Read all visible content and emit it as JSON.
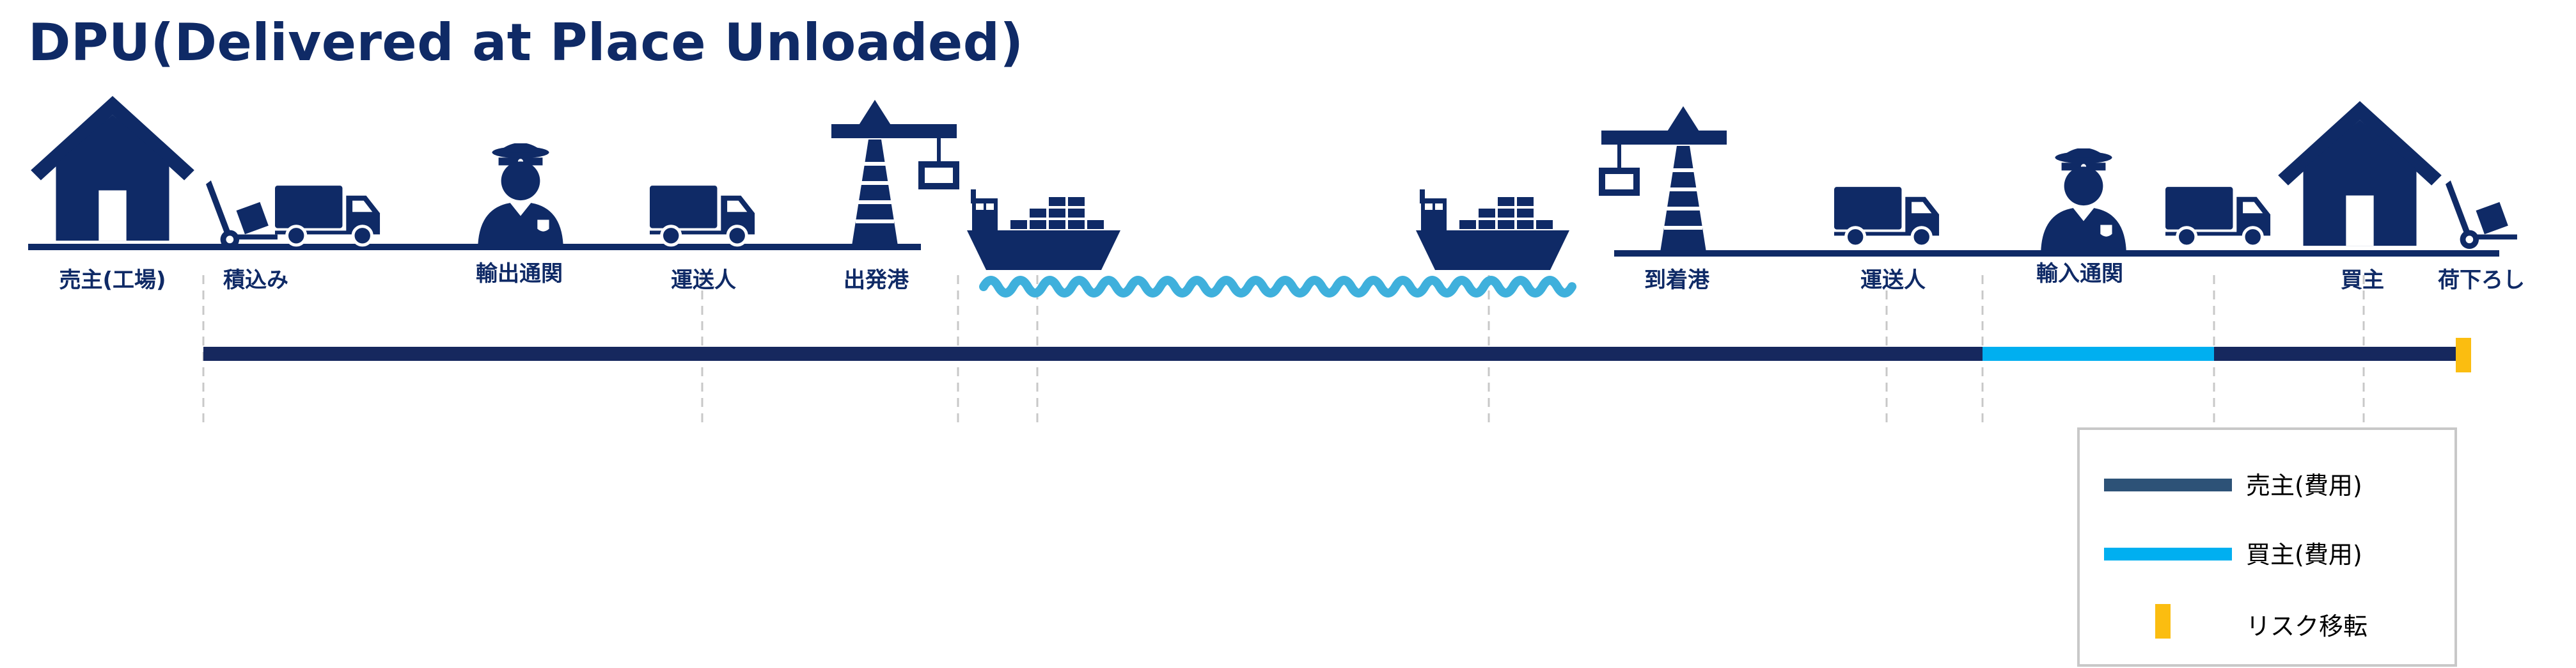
{
  "title": "DPU(Delivered at Place Unloaded)",
  "labels": {
    "seller_factory": "売主(工場)",
    "loading": "積込み",
    "export_clearance": "輸出通関",
    "carrier_1": "運送人",
    "departure_port": "出発港",
    "arrival_port": "到着港",
    "carrier_2": "運送人",
    "import_clearance": "輸入通関",
    "buyer": "買主",
    "unloading": "荷下ろし"
  },
  "legend": {
    "seller_cost": "売主(費用)",
    "buyer_cost": "買主(費用)",
    "risk_transfer": "リスク移転"
  },
  "colors": {
    "navy": "#0f2a66",
    "seller_bar": "#16285e",
    "seller_legend": "#2d5277",
    "buyer": "#00aff0",
    "risk": "#fbbd10",
    "wave": "#3fb0dc",
    "dash": "#c8c8c8",
    "legend_border": "#c8c8c8"
  },
  "cost_bar": {
    "segments": [
      {
        "payer": "seller",
        "from": "loading",
        "to": "import_clearance_start"
      },
      {
        "payer": "buyer",
        "from": "import_clearance_start",
        "to": "import_clearance_end"
      },
      {
        "payer": "seller",
        "from": "import_clearance_end",
        "to": "unloading"
      }
    ],
    "risk_transfer_at": "unloading"
  }
}
